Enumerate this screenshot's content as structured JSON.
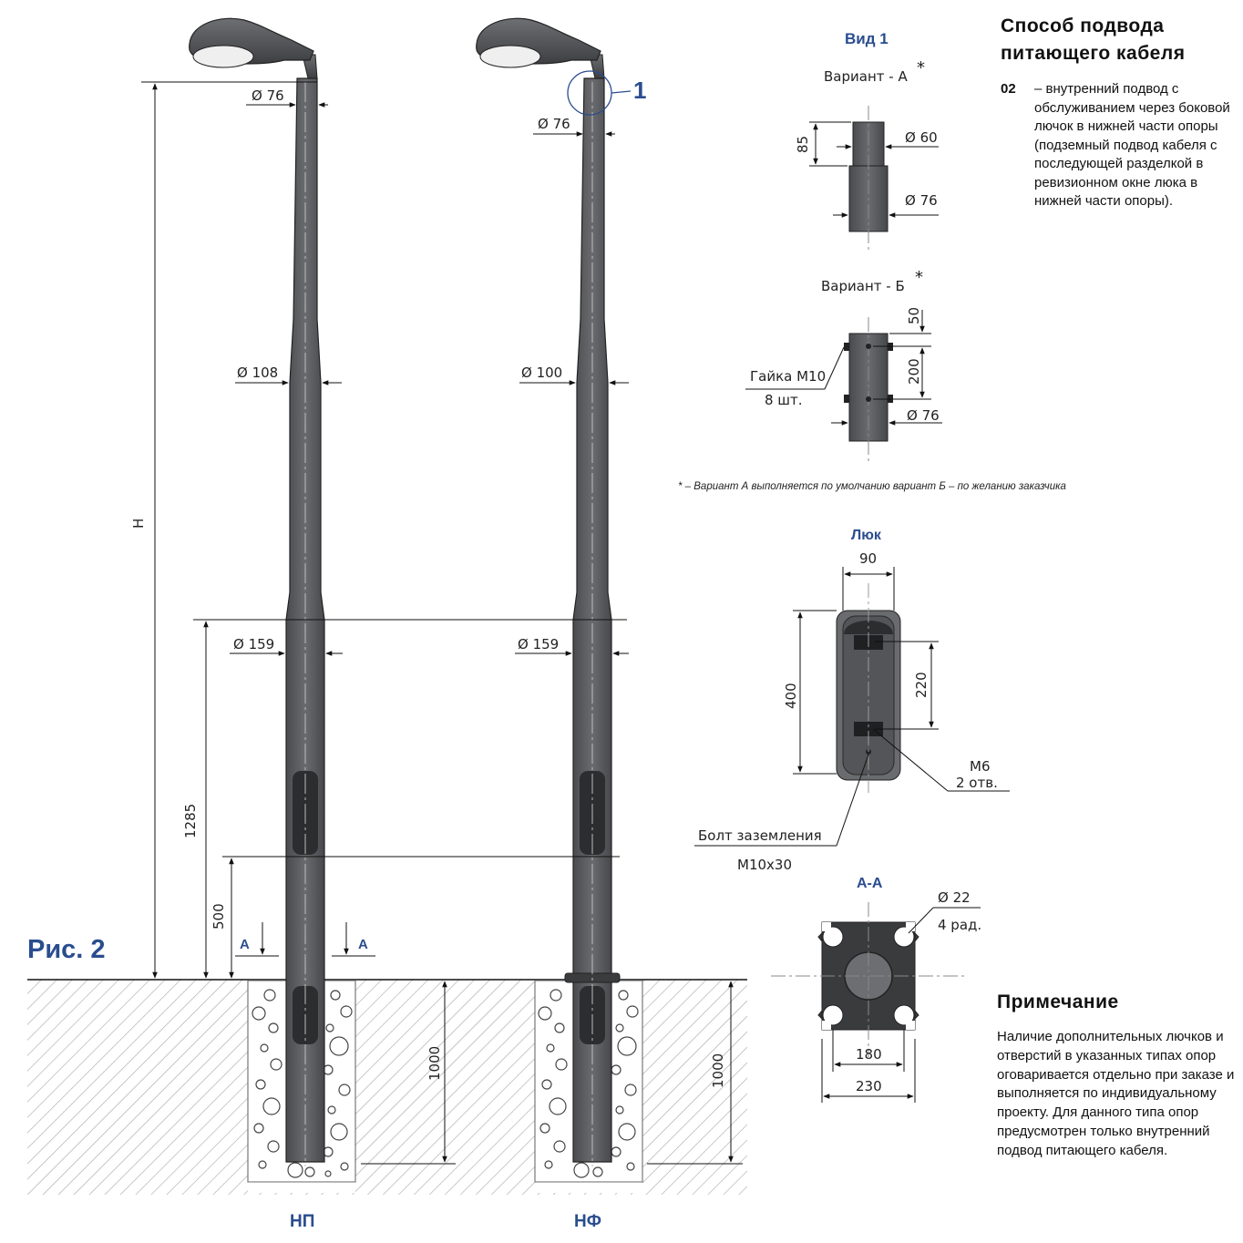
{
  "figure_label": "Рис. 2",
  "header": {
    "title_line1": "Способ подвода",
    "title_line2": "питающего кабеля",
    "code": "02",
    "description": "– внутренний подвод с обслуживанием через боковой лючок в нижней части опоры (подземный подвод кабеля с последующей разделкой в ревизионном окне люка в нижней части опоры)."
  },
  "poles": {
    "left_name": "НП",
    "right_name": "НФ",
    "height_label": "H",
    "d76": "Ø 76",
    "d108": "Ø 108",
    "d100": "Ø 100",
    "d159": "Ø 159",
    "dim_1285": "1285",
    "dim_500": "500",
    "dim_1000": "1000",
    "section_mark": "А",
    "callout": "1"
  },
  "view1": {
    "title": "Вид 1",
    "variant_a": "Вариант - А",
    "variant_b": "Вариант - Б",
    "asterisk": "*",
    "d60": "Ø 60",
    "d76": "Ø 76",
    "dim_85": "85",
    "dim_50": "50",
    "dim_200": "200",
    "nut_label": "Гайка М10",
    "nut_count": "8 шт.",
    "footnote": "* – Вариант А выполняется по умолчанию вариант Б – по желанию заказчика"
  },
  "hatch": {
    "title": "Люк",
    "dim_90": "90",
    "dim_400": "400",
    "dim_220": "220",
    "m6": "М6",
    "m6_holes": "2 отв.",
    "bolt_label": "Болт заземления",
    "bolt_size": "М10х30"
  },
  "section": {
    "title": "А-А",
    "d22": "Ø 22",
    "rad": "4 рад.",
    "dim_180": "180",
    "dim_230": "230"
  },
  "note": {
    "title": "Примечание",
    "text": "Наличие дополнительных лючков и отверстий в указанных типах опор оговаривается отдельно при заказе и выполняется по индивидуальному проекту. Для данного типа опор предусмотрен только внутренний подвод питающего кабеля."
  },
  "colors": {
    "pole": "#5c5d60",
    "pole_dark": "#3b3c3e",
    "accent": "#2a4d8f",
    "ground_hatch": "#9a9a9a"
  }
}
